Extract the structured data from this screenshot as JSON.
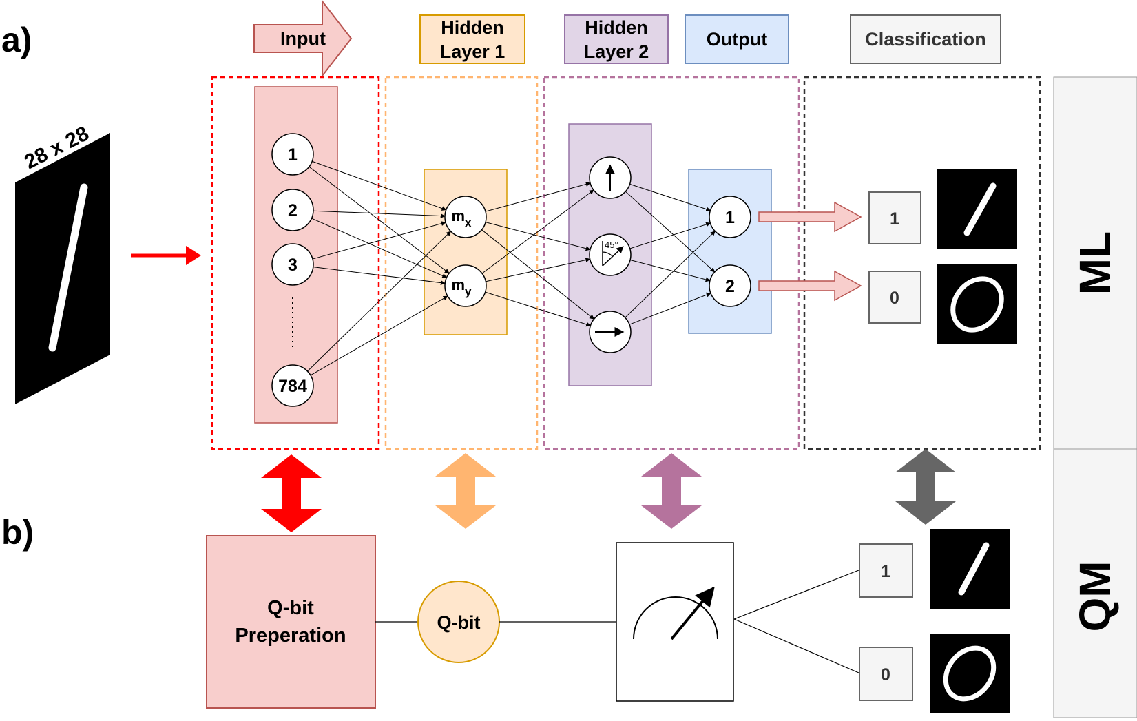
{
  "panels": {
    "a": "a)",
    "b": "b)"
  },
  "mnist_size_label": "28 x 28",
  "headers": {
    "input": "Input",
    "hidden1_line1": "Hidden",
    "hidden1_line2": "Layer 1",
    "hidden2_line1": "Hidden",
    "hidden2_line2": "Layer 2",
    "output": "Output",
    "classification": "Classification"
  },
  "input_nodes": [
    "1",
    "2",
    "3",
    "784"
  ],
  "hidden1_nodes": {
    "mx_main": "m",
    "mx_sub": "x",
    "my_main": "m",
    "my_sub": "y"
  },
  "hidden2_angle": "45°",
  "output_nodes": [
    "1",
    "2"
  ],
  "ml_results": [
    "1",
    "0"
  ],
  "side_labels": {
    "ml": "ML",
    "qm": "QM"
  },
  "qm": {
    "prep_line1": "Q-bit",
    "prep_line2": "Preperation",
    "qbit": "Q-bit",
    "results": [
      "1",
      "0"
    ]
  },
  "colors": {
    "input": "#f8cecc",
    "input_border": "#b85450",
    "hidden1": "#ffe6cc",
    "hidden1_border": "#d79b00",
    "hidden2": "#e1d5e7",
    "hidden2_border": "#9673a6",
    "output": "#dae8fc",
    "output_border": "#6c8ebf",
    "classification": "#f5f5f5",
    "red_arrow": "#ff0000",
    "orange_arrow": "#ffb570",
    "purple_arrow": "#b5739d",
    "gray_arrow": "#666666"
  }
}
